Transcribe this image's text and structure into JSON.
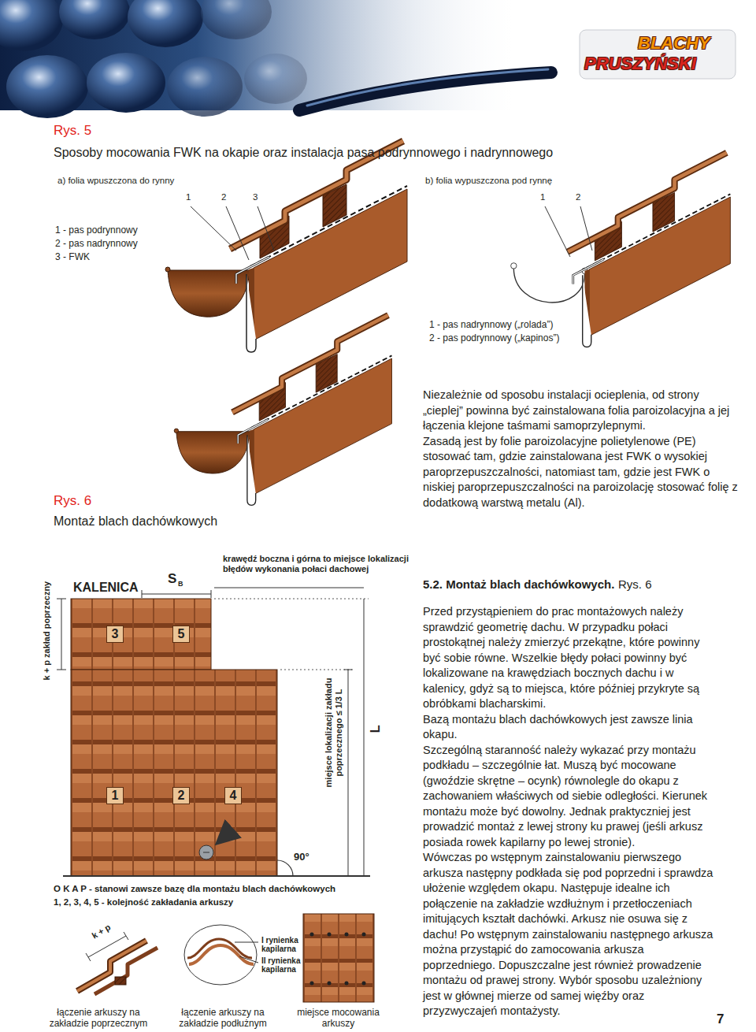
{
  "diagram": {
    "title": "Sposoby mocowania FWK na okapie oraz instalacja pasa podrynnowego i nadrynnowego",
    "nodes": [
      {
        "text": [
          "3"
        ]
      },
      {
        "text": [
          "5"
        ]
      },
      {
        "text": [
          "1"
        ]
      },
      {
        "text": [
          "2"
        ]
      },
      {
        "text": [
          "4"
        ]
      }
    ],
    "labels": [
      "BLACHY",
      "PRUSZYŃSKI",
      "Rys. 5",
      "a) folia wpuszczona do rynny",
      "1",
      "2",
      "3",
      "b) folia wypuszczona pod rynnę",
      "1",
      "2",
      "1 - pas podrynnowy",
      "2 - pas nadrynnowy",
      "3 - FWK",
      "1 - pas nadrynnowy („rolada”)",
      "2 - pas podrynnowy („kapinos”)",
      "Rys. 6",
      "Montaż blach dachówkowych",
      "Niezależnie od sposobu instalacji ocieplenia, od strony „cieplej” powinna być zainstalowana folia paroizolacyjna a jej łączenia klejone taśmami samoprzylepnymi.",
      "Zasadą jest by folie paroizolacyjne polietylenowe (PE) stosować tam, gdzie zainstalowana jest FWK o wysokiej paroprzepuszczalności, natomiast tam, gdzie jest FWK o niskiej paroprzepuszczalności na paroizolację stosować folię z dodatkową warstwą metalu (Al).",
      "k + p zakład poprzeczny",
      "KALENICA",
      "S",
      "B",
      "krawędź boczna i górna to miejsce lokalizacji błędów wykonania połaci dachowej",
      "miejsce lokalizacji zakładu poprzecznego ≤ 1/3 L",
      "L",
      "90°",
      "O K A P - stanowi zawsze bazę dla montażu blach dachówkowych",
      "1, 2, 3, 4, 5 - kolejność zakładania arkuszy",
      "k + p",
      "I rynienka kapilarna",
      "II rynienka kapilarna",
      "łączenie arkuszy na zakładzie poprzecznym",
      "łączenie arkuszy na zakładzie podłużnym",
      "miejsce mocowania arkuszy",
      "5.2. Montaż blach dachówkowych.",
      "Rys. 6",
      "Przed przystąpieniem do prac montażowych należy sprawdzić geometrię dachu. W przypadku połaci prostokątnej należy zmierzyć przekątne, które powinny być sobie równe. Wszelkie błędy połaci powinny być lokalizowane na krawędziach bocznych dachu i w kalenicy, gdyż są to miejsca, które później przykryte są obróbkami blacharskimi.",
      "Bazą montażu blach dachówkowych jest zawsze linia okapu.",
      "Szczególną staranność należy wykazać przy montażu podkładu – szczególnie łat. Muszą być mocowane (gwoździe skrętne – ocynk) równolegle do okapu z zachowaniem właściwych od siebie odległości. Kierunek montażu może być dowolny. Jednak praktyczniej jest prowadzić montaż z lewej strony ku prawej (jeśli arkusz posiada rowek kapilarny po lewej stronie).",
      "Wówczas po wstępnym zainstalowaniu pierwszego arkusza następny podkłada się pod poprzedni i sprawdza ułożenie względem okapu. Następuje idealne ich połączenie na zakładzie wzdłużnym i przetłoczeniach imitujących kształt dachówki. Arkusz nie osuwa się z dachu! Po wstępnym zainstalowaniu następnego arkusza można przystąpić do zamocowania arkusza poprzedniego. Dopuszczalne jest również prowadzenie montażu od prawej strony. Wybór sposobu uzależniony jest w głównej mierze od samej więźby oraz przyzwyczajeń montażysty.",
      "7"
    ]
  }
}
